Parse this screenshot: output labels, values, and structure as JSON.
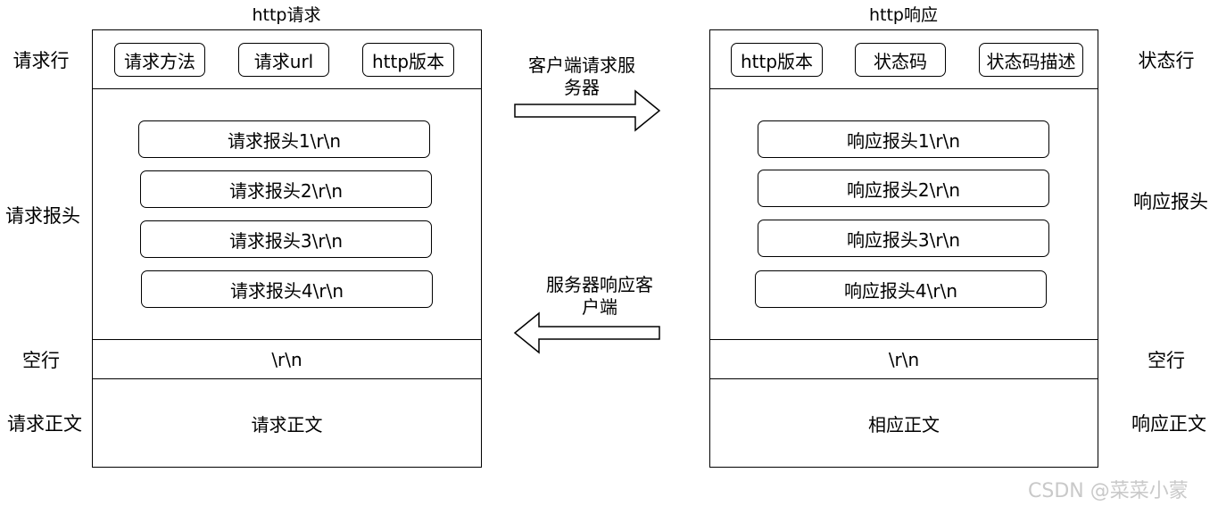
{
  "request": {
    "title": "http请求",
    "request_line": {
      "side_label": "请求行",
      "items": [
        "请求方法",
        "请求url",
        "http版本"
      ]
    },
    "headers": {
      "side_label": "请求报头",
      "items": [
        "请求报头1\\r\\n",
        "请求报头2\\r\\n",
        "请求报头3\\r\\n",
        "请求报头4\\r\\n"
      ]
    },
    "blank_line": {
      "side_label": "空行",
      "text": "\\r\\n"
    },
    "body": {
      "side_label": "请求正文",
      "text": "请求正文"
    }
  },
  "response": {
    "title": "http响应",
    "status_line": {
      "side_label": "状态行",
      "items": [
        "http版本",
        "状态码",
        "状态码描述"
      ]
    },
    "headers": {
      "side_label": "响应报头",
      "items": [
        "响应报头1\\r\\n",
        "响应报头2\\r\\n",
        "响应报头3\\r\\n",
        "响应报头4\\r\\n"
      ]
    },
    "blank_line": {
      "side_label": "空行",
      "text": "\\r\\n"
    },
    "body": {
      "side_label": "响应正文",
      "text": "相应正文"
    }
  },
  "arrows": {
    "to_server": {
      "label_line1": "客户端请求服",
      "label_line2": "务器"
    },
    "to_client": {
      "label_line1": "服务器响应客",
      "label_line2": "户端"
    }
  },
  "watermark": "CSDN @菜菜小蒙"
}
